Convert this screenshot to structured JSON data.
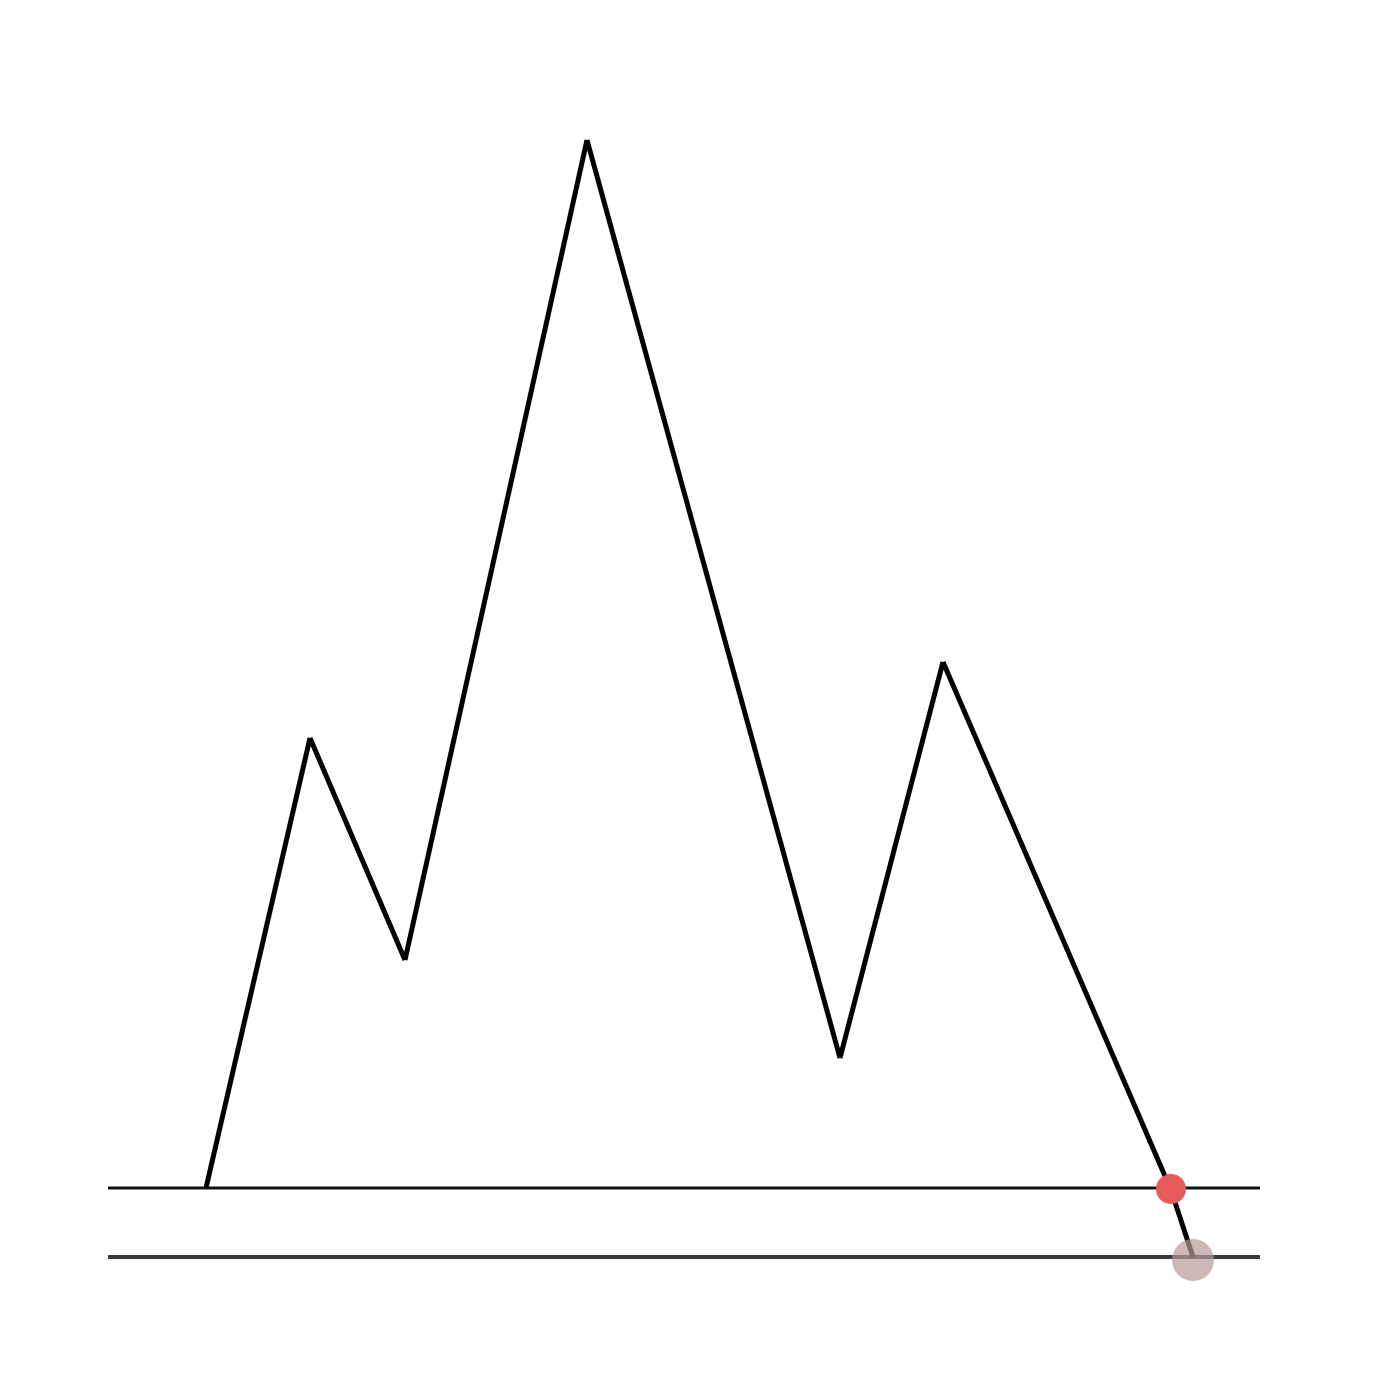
{
  "diagram": {
    "colors": {
      "background": "#ffffff",
      "line": "#000000",
      "surface_line": "#111111",
      "lower_line": "#3a3a3a",
      "marker_primary": "#e65a5a",
      "marker_secondary": "#b89a9a"
    },
    "profile": {
      "description_label": "",
      "points_count_hint": 10
    },
    "lines": {
      "surface": "surface-line",
      "lower": "lower-line"
    },
    "markers": [
      {
        "name": "intersection-marker",
        "kind": "filled-circle"
      },
      {
        "name": "projection-marker",
        "kind": "translucent-circle"
      }
    ]
  }
}
